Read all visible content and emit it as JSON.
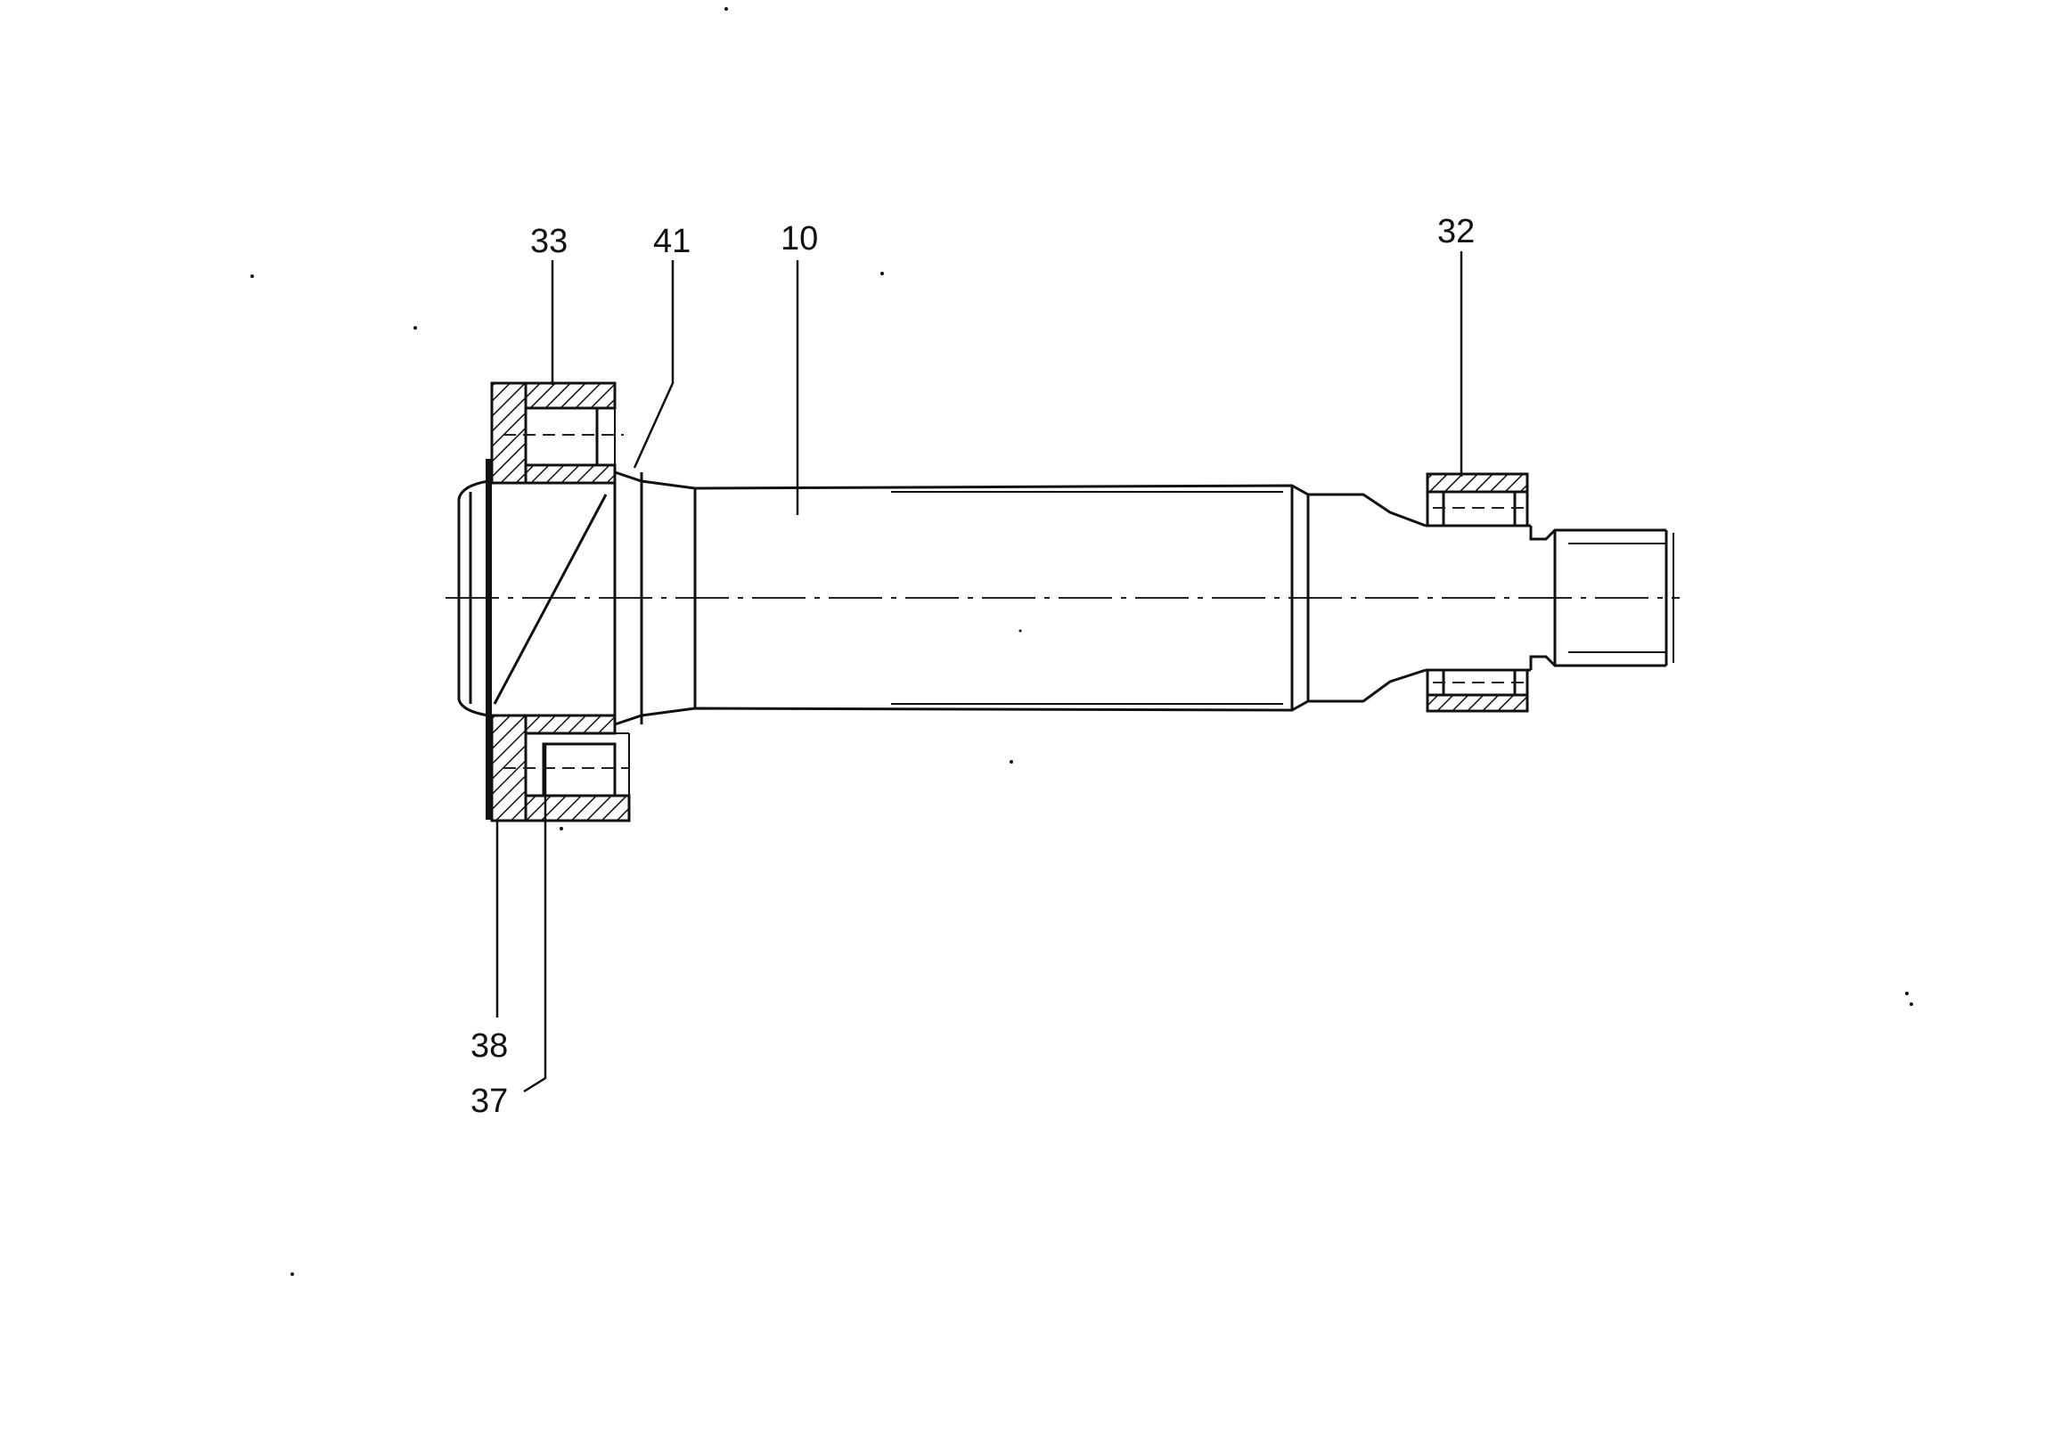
{
  "figure": {
    "labels": {
      "part_33": "33",
      "part_41": "41",
      "part_10": "10",
      "part_32": "32",
      "part_38": "38",
      "part_37": "37"
    }
  }
}
